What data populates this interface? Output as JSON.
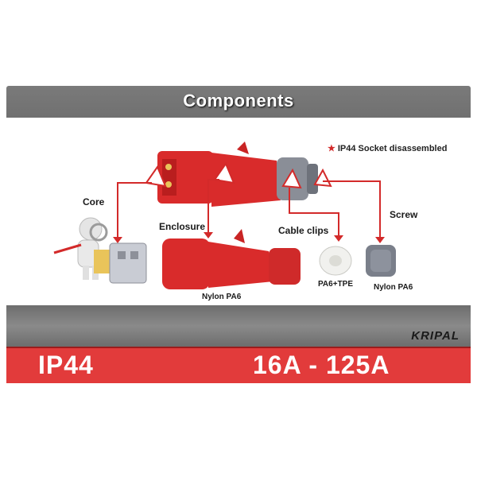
{
  "title": "Components",
  "legend": {
    "text": "IP44 Socket disassembled",
    "marker": "★"
  },
  "labels": {
    "core": "Core",
    "enclosure": "Enclosure",
    "cable_clips": "Cable clips",
    "screw": "Screw"
  },
  "materials": {
    "enclosure": "Nylon PA6",
    "cable_clips": "PA6+TPE",
    "screw": "Nylon PA6"
  },
  "brand": "KRIPAL",
  "footer": {
    "rating": "IP44",
    "range": "16A - 125A"
  },
  "colors": {
    "accent_red": "#e23b3b",
    "part_red": "#d92b2b",
    "grey": "#7a7f8a",
    "white_part": "#f1f1ee"
  }
}
